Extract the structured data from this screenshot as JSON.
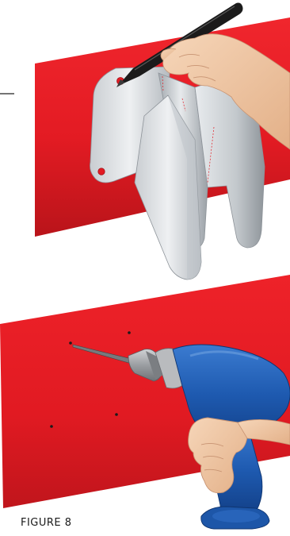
{
  "figure": {
    "caption": "FIGURE 8",
    "colors": {
      "panel": "#e31b23",
      "bracket_light": "#e4e7ea",
      "bracket_dark": "#9ba1a7",
      "skin": "#f1c9a7",
      "drill_body": "#1e5ab0",
      "drill_chuck": "#8f9296",
      "marker": "#1a1a1a"
    },
    "steps": [
      {
        "name": "mark-holes",
        "icons": [
          "marker-pen-icon",
          "hand-icon",
          "metal-bracket-icon"
        ]
      },
      {
        "name": "drill-holes",
        "icons": [
          "drill-icon",
          "hand-icon",
          "drill-bit-icon"
        ]
      }
    ]
  }
}
